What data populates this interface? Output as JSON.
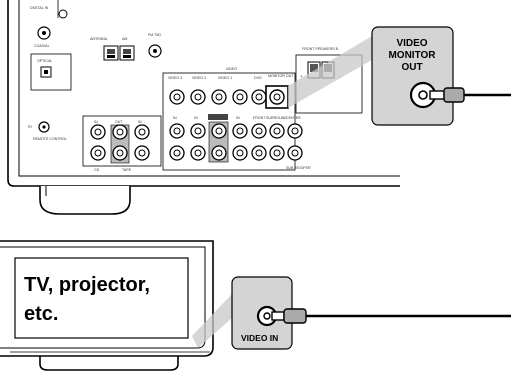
{
  "receiver": {
    "panel_labels": {
      "digital_in": "DIGITAL IN",
      "coaxial": "COAXIAL",
      "optical": "OPTICAL",
      "antenna": "ANTENNA",
      "am": "AM",
      "fm": "FM 75Ω",
      "video": "VIDEO",
      "video3": "VIDEO 3",
      "video2": "VIDEO 2",
      "video1": "VIDEO 1",
      "dvd": "DVD",
      "monitor_out": "MONITOR OUT",
      "front_speakers_b": "FRONT SPEAKERS B",
      "in": "IN",
      "out": "OUT",
      "front": "FRONT",
      "surround": "SURROUND",
      "center": "CENTER",
      "sub": "SUB WOOFER",
      "cd": "CD",
      "tape": "TAPE",
      "remote_control": "REMOTE CONTROL",
      "ri": "RI"
    }
  },
  "callout_receiver": {
    "line1": "VIDEO",
    "line2": "MONITOR",
    "line3": "OUT"
  },
  "tv": {
    "line1": "TV, projector,",
    "line2": "etc."
  },
  "callout_tv": {
    "label": "VIDEO IN"
  }
}
